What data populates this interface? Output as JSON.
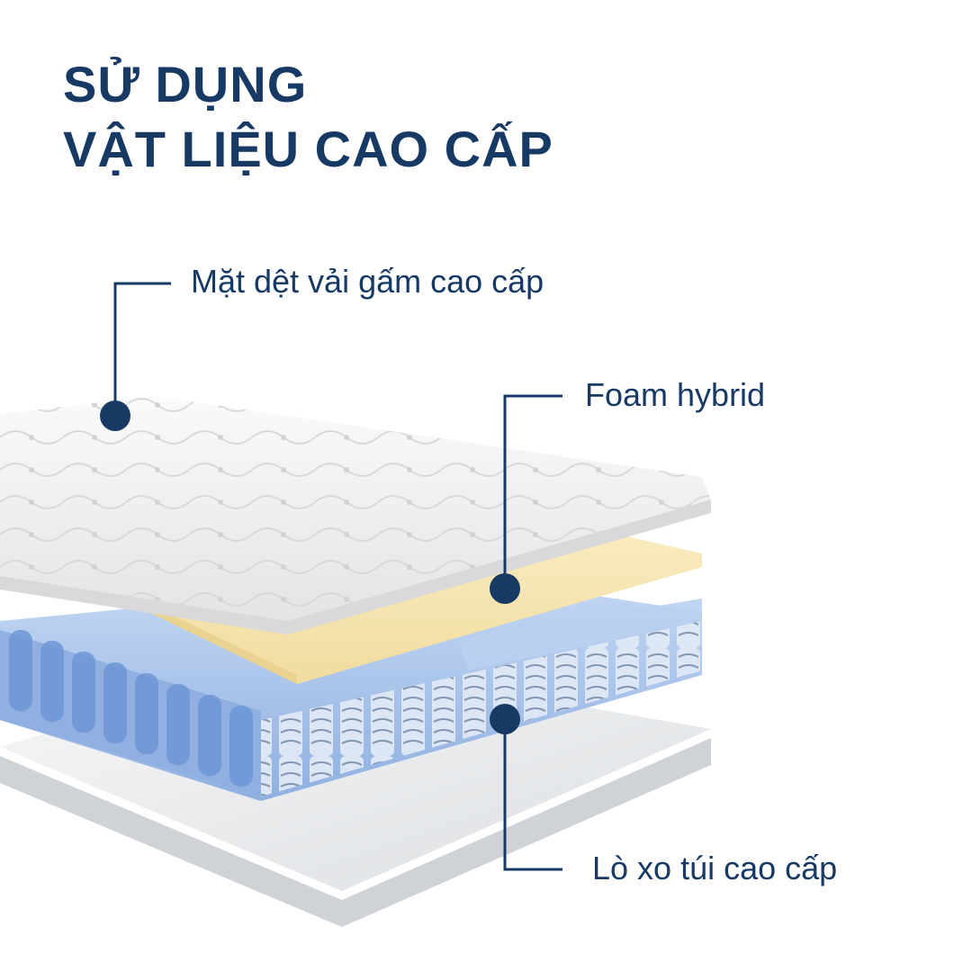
{
  "title": {
    "line1": "SỬ DỤNG",
    "line2": "VẬT LIỆU CAO CẤP"
  },
  "callouts": {
    "top_layer": "Mặt dệt vải gấm cao cấp",
    "foam_layer": "Foam hybrid",
    "spring_layer": "Lò xo túi cao cấp"
  },
  "colors": {
    "navy": "#173a64",
    "quilt": "#eeeeee",
    "foam": "#f6e6b4",
    "spring_fabric": "#a9c4ee",
    "base": "#e9ecef"
  }
}
